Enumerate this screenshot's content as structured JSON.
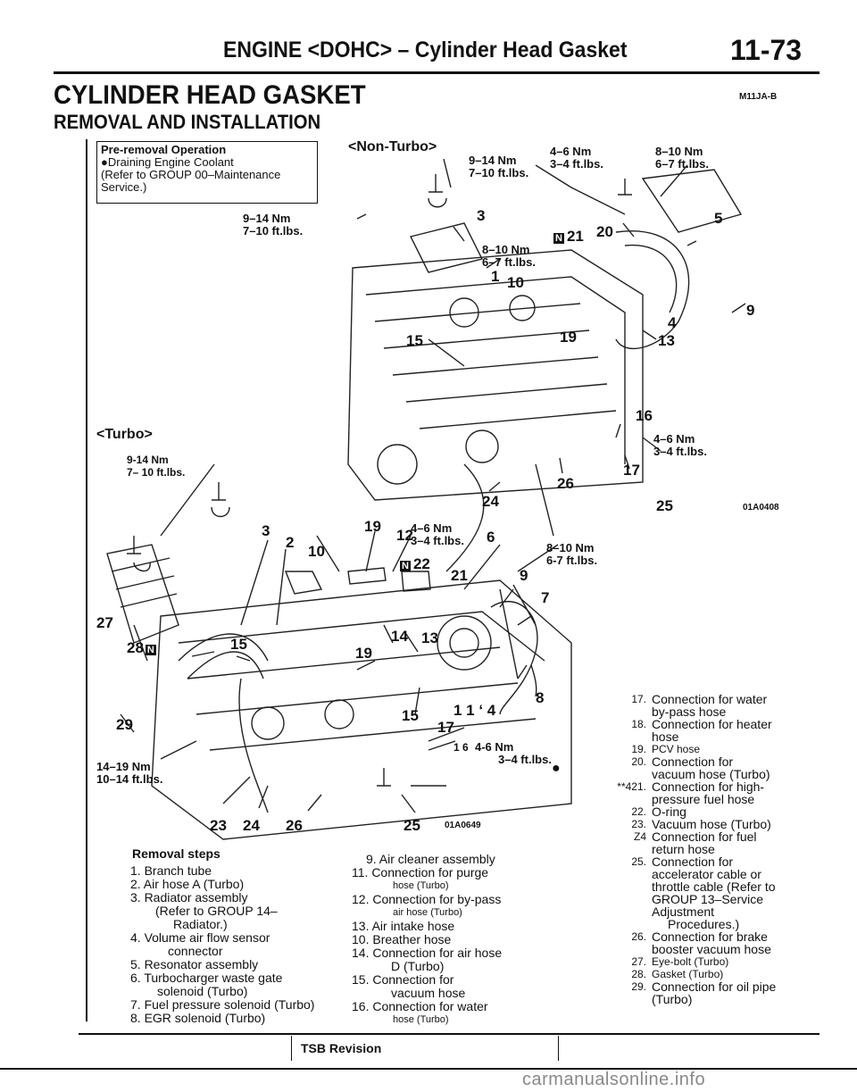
{
  "header": {
    "title": "ENGINE <DOHC> – Cylinder Head Gasket",
    "page_number": "11-73"
  },
  "section": {
    "title": "CYLINDER HEAD GASKET",
    "subtitle": "REMOVAL AND INSTALLATION",
    "code": "M11JA-B"
  },
  "pre_removal": {
    "title": "Pre-removal Operation",
    "lines": [
      "●Draining Engine Coolant",
      "(Refer to GROUP 00–Maintenance",
      "Service.)"
    ]
  },
  "diagram_top": {
    "variant": "<Non-Turbo>",
    "torque": [
      {
        "nm": "9–14 Nm",
        "ft": "7–10 ft.lbs."
      },
      {
        "nm": "4–6 Nm",
        "ft": "3–4 ft.lbs."
      },
      {
        "nm": "8–10 Nm",
        "ft": "6–7 ft.lbs."
      },
      {
        "nm": "9–14 Nm",
        "ft": "7–10 ft.lbs."
      },
      {
        "nm": "8–10 Nm",
        "ft": "6–7 ft.lbs."
      },
      {
        "nm": "4–6 Nm",
        "ft": "3–4 ft.lbs."
      }
    ],
    "callouts": [
      "3",
      "5",
      "21",
      "20",
      "1",
      "10",
      "9",
      "4",
      "13",
      "15",
      "19",
      "16",
      "17",
      "26",
      "24",
      "25"
    ],
    "figure_code": "01A0408"
  },
  "diagram_bottom": {
    "variant": "<Turbo>",
    "torque": [
      {
        "nm": "9-14 Nm",
        "ft": "7– 10 ft.lbs."
      },
      {
        "nm": "4–6 Nm",
        "ft": "3–4 ft.lbs."
      },
      {
        "nm": "8–10 Nm",
        "ft": "6-7 ft.lbs."
      },
      {
        "nm": "4-6 Nm",
        "ft": "3–4 ft.lbs."
      },
      {
        "nm": "14–19 Nm",
        "ft": "10–14 ft.lbs."
      }
    ],
    "callouts": [
      "3",
      "2",
      "10",
      "19",
      "12",
      "6",
      "22",
      "21",
      "9",
      "7",
      "27",
      "28",
      "15",
      "14",
      "13",
      "19",
      "8",
      "29",
      "15",
      "1 1 ‘ 4",
      "17",
      "1 6",
      "23",
      "24",
      "26",
      "25"
    ],
    "figure_code": "01A0649"
  },
  "removal": {
    "title": "Removal steps",
    "col1": [
      {
        "text": "1. Branch tube"
      },
      {
        "text": "2. Air hose A (Turbo)"
      },
      {
        "text": "3. Radiator assembly"
      },
      {
        "text": "(Refer to GROUP 14–",
        "indent": true
      },
      {
        "text": "Radiator.)",
        "indent": true
      },
      {
        "text": "4. Volume air flow sensor"
      },
      {
        "text": "connector",
        "indent": true
      },
      {
        "text": "5. Resonator assembly"
      },
      {
        "text": "6. Turbocharger waste gate"
      },
      {
        "text": "solenoid (Turbo)",
        "indent": true
      },
      {
        "text": "7. Fuel pressure solenoid (Turbo)"
      },
      {
        "text": "8. EGR solenoid (Turbo)"
      }
    ],
    "col2": [
      {
        "text": "9. Air cleaner assembly"
      },
      {
        "text": "11. Connection for purge"
      },
      {
        "text": "hose (Turbo)",
        "indent": true,
        "small": true
      },
      {
        "text": "12. Connection for by-pass"
      },
      {
        "text": "air hose (Turbo)",
        "indent": true,
        "small": true
      },
      {
        "text": "13. Air intake hose"
      },
      {
        "text": "10. Breather hose"
      },
      {
        "text": "14. Connection for air hose"
      },
      {
        "text": "D (Turbo)",
        "indent": true
      },
      {
        "text": "15. Connection for"
      },
      {
        "text": "vacuum hose",
        "indent": true
      },
      {
        "text": "16. Connection for water"
      },
      {
        "text": "hose (Turbo)",
        "indent": true,
        "small": true
      }
    ],
    "col3": [
      {
        "n": "17.",
        "text": "Connection for water"
      },
      {
        "n": "",
        "text": "by-pass hose"
      },
      {
        "n": "18.",
        "text": "Connection for heater"
      },
      {
        "n": "",
        "text": "hose"
      },
      {
        "n": "19.",
        "text": "PCV hose"
      },
      {
        "n": "20.",
        "text": "Connection for"
      },
      {
        "n": "",
        "text": "vacuum hose (Turbo)"
      },
      {
        "n": "**421.",
        "text": "Connection for high-"
      },
      {
        "n": "",
        "text": "pressure fuel hose"
      },
      {
        "n": "22.",
        "text": "O-ring"
      },
      {
        "n": "23.",
        "text": "Vacuum hose (Turbo)"
      },
      {
        "n": "Z4",
        "text": "Connection for fuel"
      },
      {
        "n": "",
        "text": "return hose"
      },
      {
        "n": "25.",
        "text": "Connection for"
      },
      {
        "n": "",
        "text": "accelerator cable or"
      },
      {
        "n": "",
        "text": "throttle cable (Refer to"
      },
      {
        "n": "",
        "text": "GROUP 13–Service"
      },
      {
        "n": "",
        "text": "Adjustment"
      },
      {
        "n": "",
        "text": "Procedures.)"
      },
      {
        "n": "26.",
        "text": "Connection for brake"
      },
      {
        "n": "",
        "text": "booster vacuum hose"
      },
      {
        "n": "27.",
        "text": "Eye-bolt (Turbo)"
      },
      {
        "n": "28.",
        "text": "Gasket (Turbo)"
      },
      {
        "n": "29.",
        "text": "Connection for oil pipe"
      },
      {
        "n": "",
        "text": "(Turbo)"
      }
    ]
  },
  "footer": {
    "tsb": "TSB Revision",
    "watermark": "carmanualsonline.info"
  }
}
